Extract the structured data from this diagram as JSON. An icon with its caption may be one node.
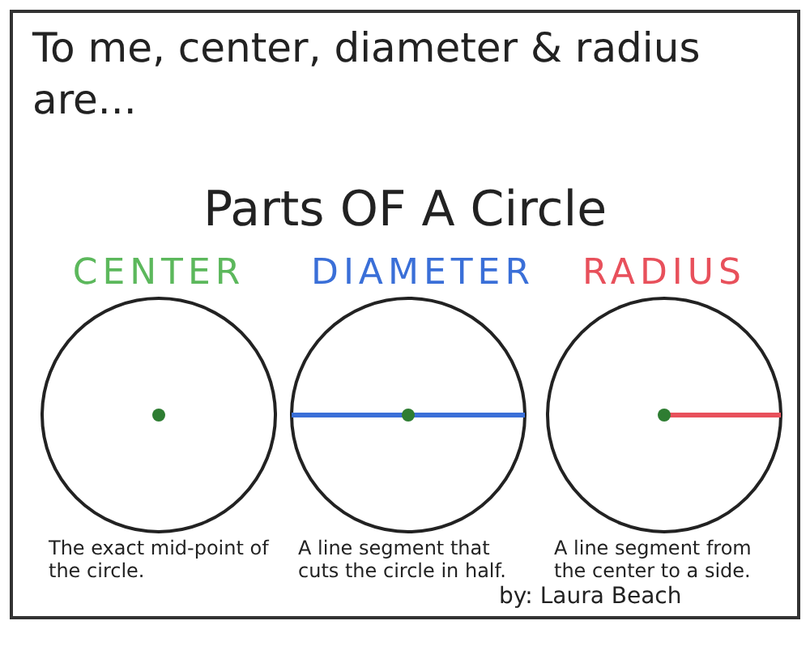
{
  "diagram": {
    "title": "To me, center, diameter & radius are...",
    "nodes": [
      {
        "text": [
          "CENTER"
        ],
        "beside": [
          "The exact mid-point of the circle."
        ]
      },
      {
        "text": [
          "DIAMETER"
        ],
        "beside": [
          "A line segment that cuts the circle in half."
        ]
      },
      {
        "text": [
          "RADIUS"
        ],
        "beside": [
          "A line segment from the center to a side."
        ]
      }
    ],
    "labels": [
      "Parts OF A Circle",
      "by: Laura Beach"
    ]
  }
}
